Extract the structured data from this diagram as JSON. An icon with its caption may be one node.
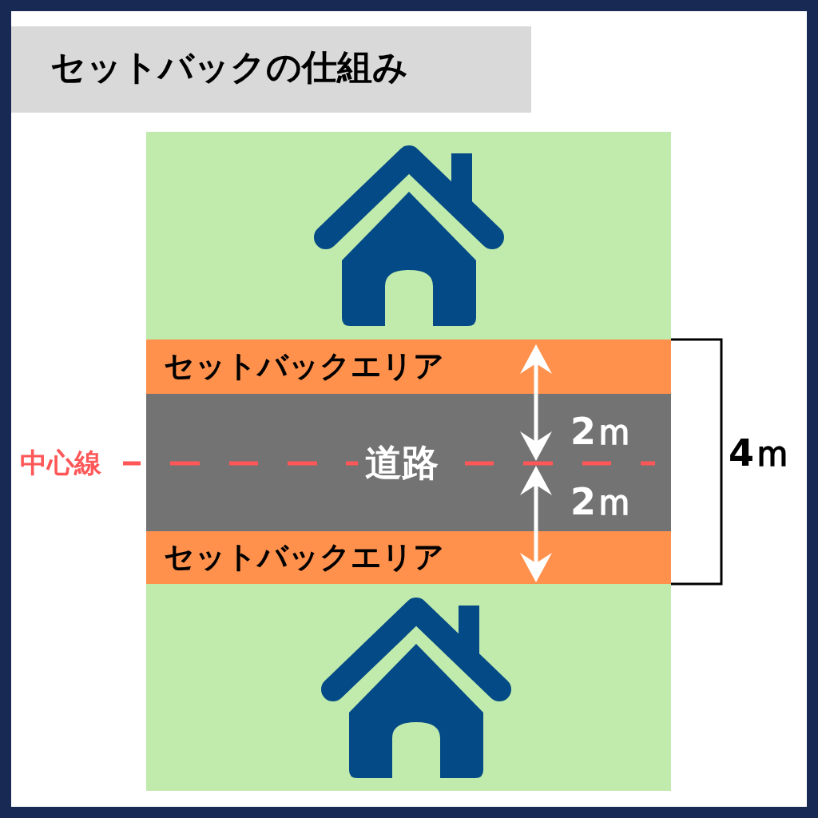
{
  "diagram": {
    "title": "セットバックの仕組み",
    "nodes": [
      {
        "text": [
          "セットバックエリア"
        ]
      },
      {
        "text": [
          "道路"
        ]
      },
      {
        "text": [
          "セットバックエリア"
        ]
      }
    ],
    "labels": [
      "中心線",
      "2ｍ",
      "2ｍ",
      "4ｍ"
    ]
  }
}
